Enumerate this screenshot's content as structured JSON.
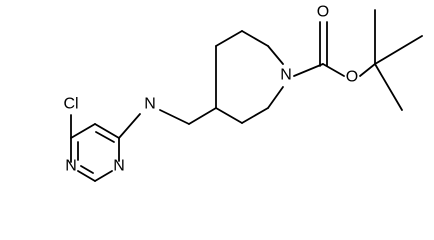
{
  "diagram": {
    "type": "chemical-structure",
    "atom_labels": {
      "chlorine": "Cl",
      "amine_nitrogen": "N",
      "pyrimidine_n_lower": "N",
      "pyrimidine_n_side": "N",
      "piperidine_nitrogen": "N",
      "carbonyl_oxygen": "O",
      "ester_oxygen": "O"
    },
    "colors": {
      "bond": "#000000",
      "label": "#000000",
      "background": "#ffffff"
    }
  }
}
